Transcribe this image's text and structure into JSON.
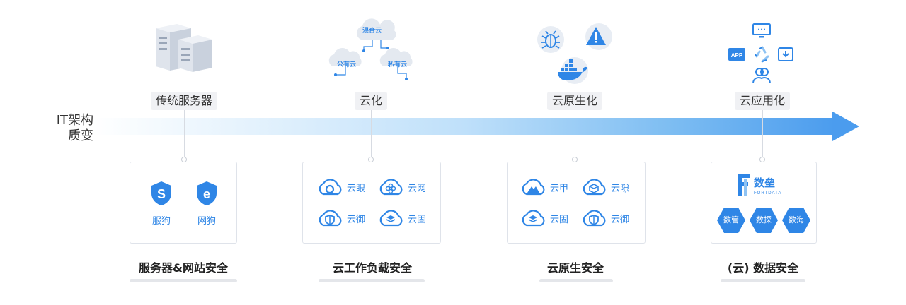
{
  "side_label": [
    "IT架构",
    "质变"
  ],
  "eras": [
    {
      "label": "传统服务器"
    },
    {
      "label": "云化"
    },
    {
      "label": "云原生化"
    },
    {
      "label": "云应用化"
    }
  ],
  "cloud_tags": {
    "hybrid": "混合云",
    "public": "公有云",
    "private": "私有云"
  },
  "app_icon_text": "APP",
  "boxes": [
    {
      "title": "服务器&网站安全",
      "items": [
        {
          "glyph": "S",
          "label": "服狗"
        },
        {
          "glyph": "e",
          "label": "网狗"
        }
      ]
    },
    {
      "title": "云工作负载安全",
      "items": [
        {
          "label": "云眼",
          "icon": "eye-cloud-icon"
        },
        {
          "label": "云网",
          "icon": "network-cloud-icon"
        },
        {
          "label": "云御",
          "icon": "shield-cloud-icon"
        },
        {
          "label": "云固",
          "icon": "layers-cloud-icon"
        }
      ]
    },
    {
      "title": "云原生安全",
      "items": [
        {
          "label": "云甲",
          "icon": "armor-cloud-icon"
        },
        {
          "label": "云隙",
          "icon": "cube-cloud-icon"
        },
        {
          "label": "云固",
          "icon": "layers-cloud-icon"
        },
        {
          "label": "云御",
          "icon": "shield-cloud-icon"
        }
      ]
    },
    {
      "title": "(云) 数据安全",
      "brand": {
        "name": "数垒",
        "sub": "FORTDATA"
      },
      "items": [
        {
          "label": "数管"
        },
        {
          "label": "数探"
        },
        {
          "label": "数海"
        }
      ]
    }
  ],
  "colors": {
    "accent": "#2f86e6",
    "arrow": "#4b9cee",
    "muted": "#e4e6ea"
  }
}
